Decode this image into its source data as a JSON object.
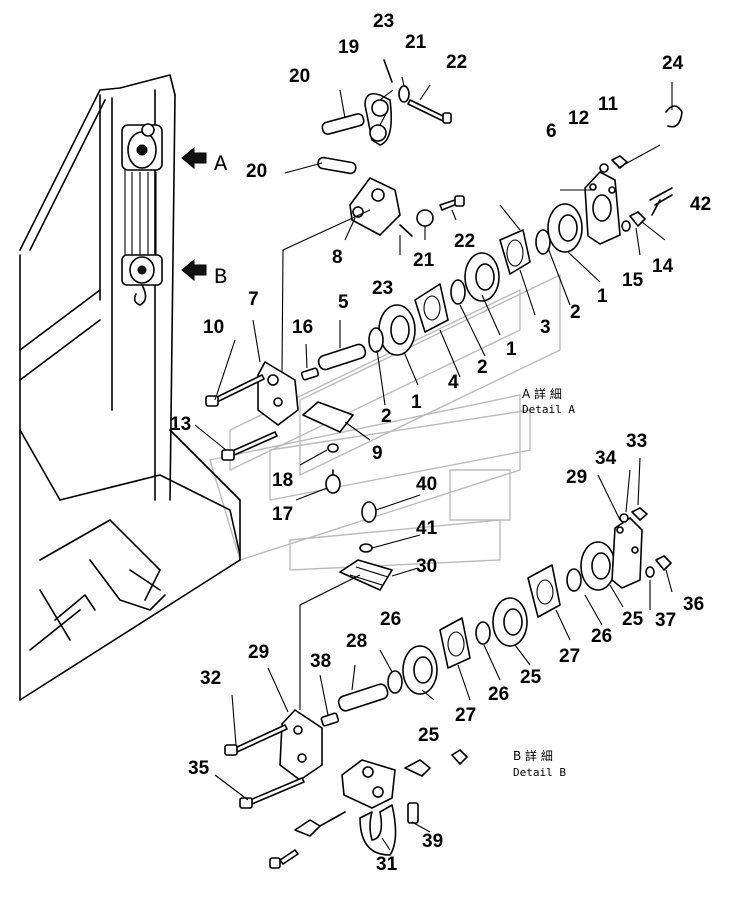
{
  "diagram": {
    "view_arrows": [
      "A",
      "B"
    ],
    "detail_labels": {
      "a_jp": "A 詳 細",
      "a_en": "Detail A",
      "b_jp": "B 詳 細",
      "b_en": "Detail B"
    },
    "callouts": {
      "c1a": "1",
      "c1b": "1",
      "c1c": "1",
      "c2a": "2",
      "c2b": "2",
      "c2c": "2",
      "c3": "3",
      "c4": "4",
      "c5": "5",
      "c6": "6",
      "c7": "7",
      "c8": "8",
      "c9": "9",
      "c10": "10",
      "c11": "11",
      "c12": "12",
      "c13": "13",
      "c14": "14",
      "c15": "15",
      "c16": "16",
      "c17": "17",
      "c18": "18",
      "c19": "19",
      "c20a": "20",
      "c20b": "20",
      "c21a": "21",
      "c21b": "21",
      "c22a": "22",
      "c22b": "22",
      "c23a": "23",
      "c23b": "23",
      "c24": "24",
      "c25a": "25",
      "c25b": "25",
      "c25c": "25",
      "c26a": "26",
      "c26b": "26",
      "c26c": "26",
      "c27a": "27",
      "c27b": "27",
      "c28": "28",
      "c29a": "29",
      "c29b": "29",
      "c30": "30",
      "c31": "31",
      "c32": "32",
      "c33": "33",
      "c34": "34",
      "c35": "35",
      "c36": "36",
      "c37": "37",
      "c38": "38",
      "c39": "39",
      "c40": "40",
      "c41": "41",
      "c42": "42"
    }
  }
}
